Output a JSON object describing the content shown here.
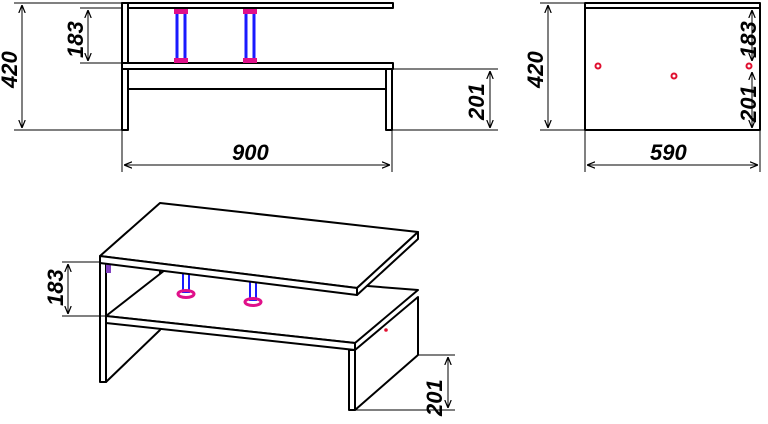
{
  "front_view": {
    "height_total": "420",
    "height_shelf": "183",
    "height_lower": "201",
    "width": "900"
  },
  "side_view": {
    "height_total": "420",
    "height_shelf": "183",
    "height_lower": "201",
    "depth": "590"
  },
  "iso_view": {
    "height_shelf": "183",
    "height_lower": "201"
  },
  "colors": {
    "post": "#1a1aff",
    "post_end": "#e0108a",
    "marker": "#e01030"
  }
}
